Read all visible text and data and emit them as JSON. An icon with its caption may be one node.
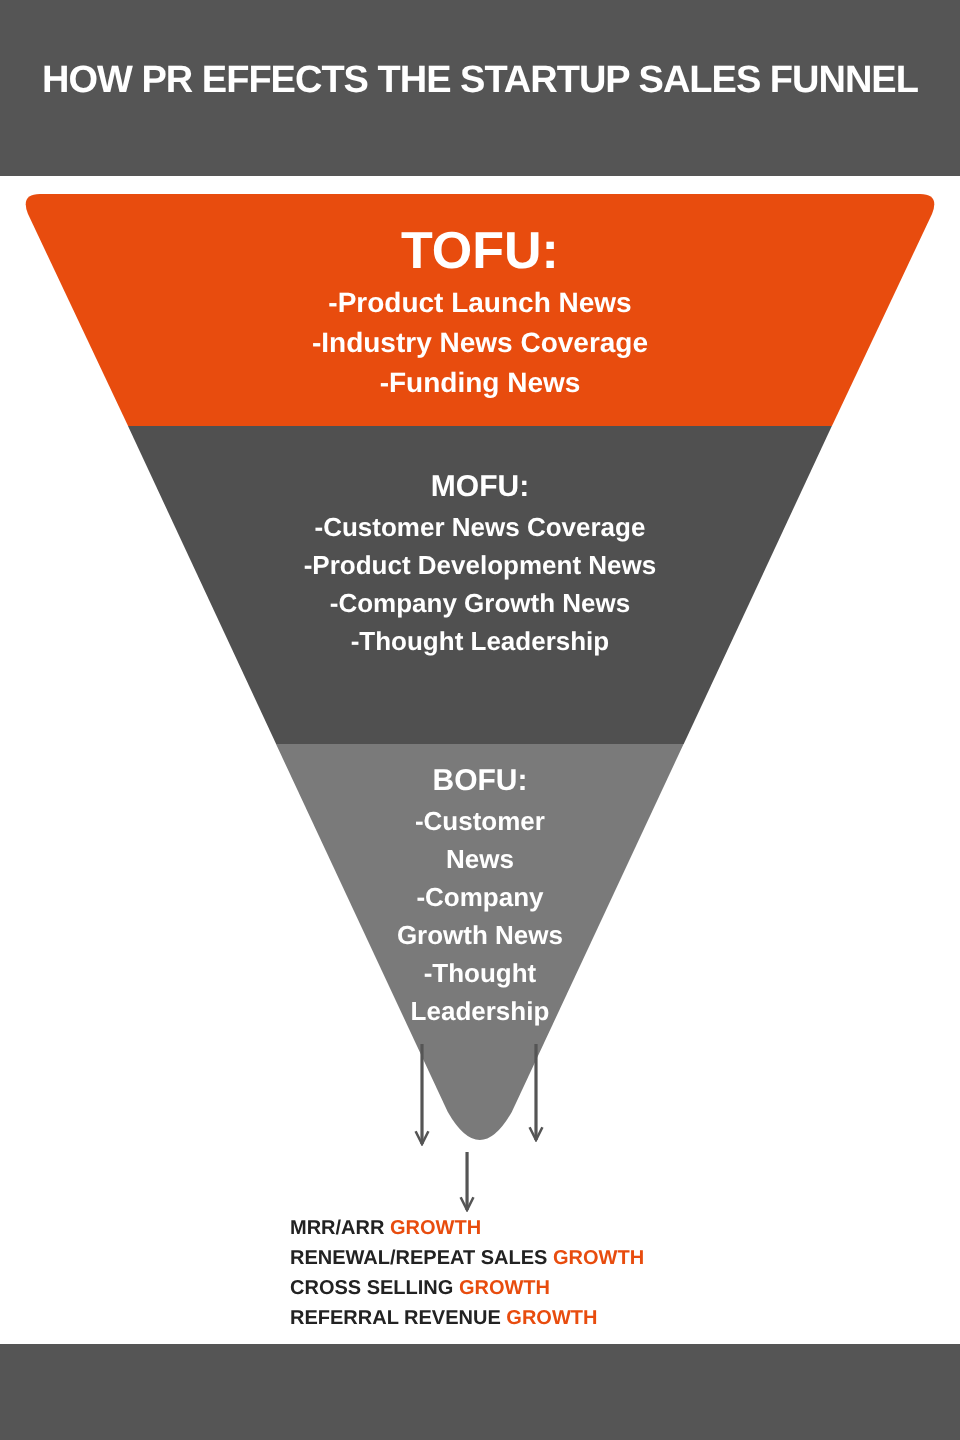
{
  "diagram": {
    "title": "HOW PR EFFECTS THE STARTUP SALES FUNNEL",
    "nodes": [
      {
        "text": [
          "TOFU:",
          "-Product Launch News",
          "-Industry News Coverage",
          "-Funding News"
        ]
      },
      {
        "text": [
          "MOFU:",
          "-Customer News Coverage",
          "-Product Development News",
          "-Company Growth News",
          "-Thought Leadership"
        ]
      },
      {
        "text": [
          "BOFU:",
          "-Customer News",
          "-Company Growth News",
          "-Thought Leadership"
        ]
      },
      {
        "text": [
          "MRR/ARR GROWTH",
          "RENEWAL/REPEAT SALES GROWTH",
          "CROSS SELLING GROWTH",
          "REFERRAL REVENUE GROWTH"
        ]
      }
    ],
    "edges": [
      {
        "from": 2,
        "to": null,
        "arrow": "to"
      },
      {
        "from": 2,
        "to": 3,
        "arrow": "to"
      },
      {
        "from": 2,
        "to": null,
        "arrow": "to"
      }
    ]
  }
}
